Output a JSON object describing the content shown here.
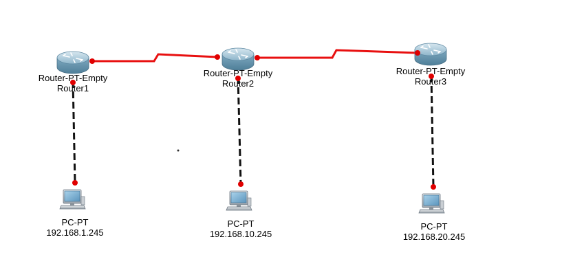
{
  "colors": {
    "serial_link": "#e81010",
    "ethernet_link": "#111111",
    "port_dot": "#e00000",
    "router_body": "#6f9db6",
    "pc_screen": "#7fb4d6"
  },
  "devices": {
    "router1": {
      "model": "Router-PT-Empty",
      "name": "Router1",
      "icon": "router-icon"
    },
    "router2": {
      "model": "Router-PT-Empty",
      "name": "Router2",
      "icon": "router-icon"
    },
    "router3": {
      "model": "Router-PT-Empty",
      "name": "Router3",
      "icon": "router-icon"
    },
    "pc1": {
      "model": "PC-PT",
      "ip": "192.168.1.245",
      "icon": "pc-icon"
    },
    "pc2": {
      "model": "PC-PT",
      "ip": "192.168.10.245",
      "icon": "pc-icon"
    },
    "pc3": {
      "model": "PC-PT",
      "ip": "192.168.20.245",
      "icon": "pc-icon"
    }
  },
  "links": [
    {
      "from": "Router1",
      "to": "Router2",
      "type": "serial"
    },
    {
      "from": "Router2",
      "to": "Router3",
      "type": "serial"
    },
    {
      "from": "Router1",
      "to": "PC-PT 192.168.1.245",
      "type": "ethernet"
    },
    {
      "from": "Router2",
      "to": "PC-PT 192.168.10.245",
      "type": "ethernet"
    },
    {
      "from": "Router3",
      "to": "PC-PT 192.168.20.245",
      "type": "ethernet"
    }
  ]
}
